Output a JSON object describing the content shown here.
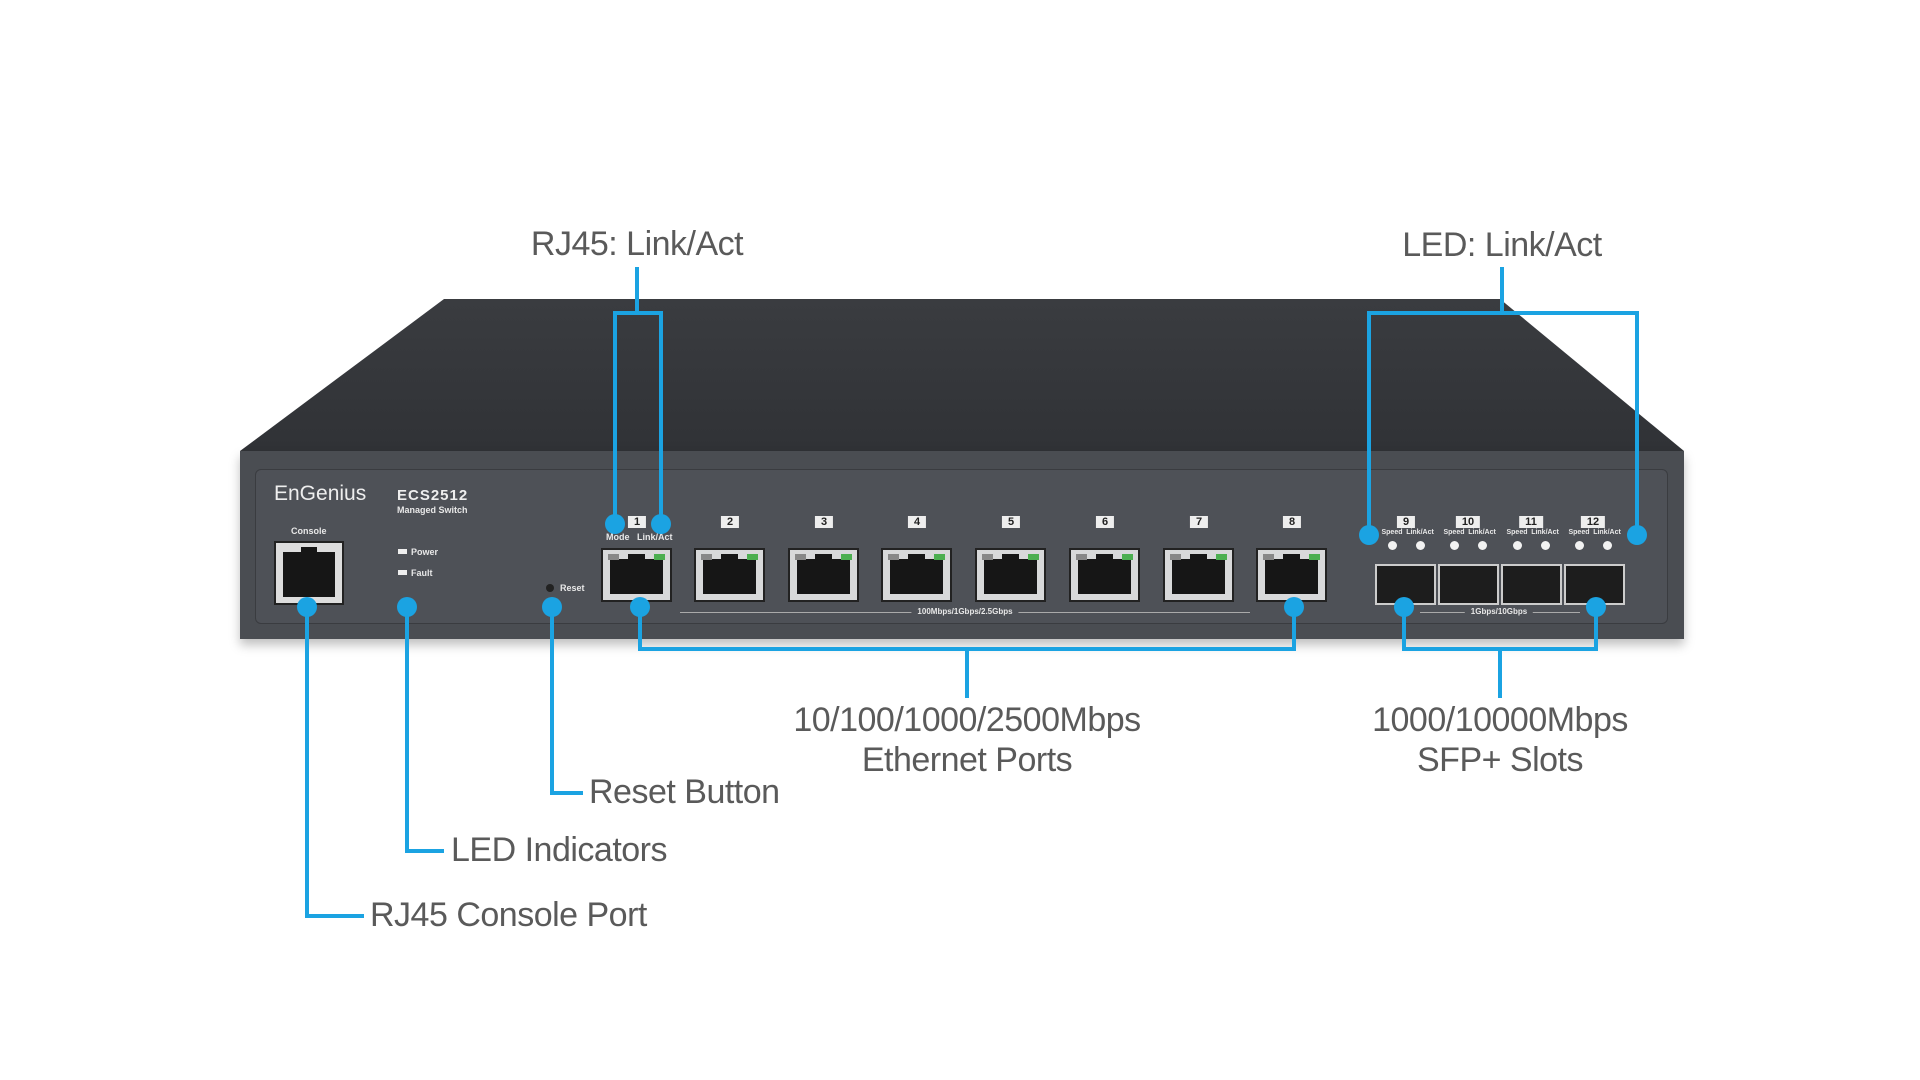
{
  "colors": {
    "accent": "#1ba3e2",
    "chassis": "#4a4d52",
    "text": "#5a5a5a"
  },
  "device": {
    "brand": "EnGenius",
    "model": "ECS2512",
    "subtitle": "Managed Switch",
    "console_label": "Console",
    "power_label": "Power",
    "fault_label": "Fault",
    "reset_label": "Reset",
    "mode_label": "Mode",
    "linkact_label": "Link/Act",
    "speed_label": "Speed",
    "ethernet_ports": [
      "1",
      "2",
      "3",
      "4",
      "5",
      "6",
      "7",
      "8"
    ],
    "sfp_ports": [
      "9",
      "10",
      "11",
      "12"
    ],
    "ethernet_speed_label": "100Mbps/1Gbps/2.5Gbps",
    "sfp_speed_label": "1Gbps/10Gbps"
  },
  "callouts": {
    "rj45_link": "RJ45: Link/Act",
    "led_link": "LED: Link/Act",
    "ethernet_line1": "10/100/1000/2500Mbps",
    "ethernet_line2": "Ethernet Ports",
    "sfp_line1": "1000/10000Mbps",
    "sfp_line2": "SFP+ Slots",
    "reset": "Reset Button",
    "led_indicators": "LED Indicators",
    "console": "RJ45 Console Port"
  }
}
